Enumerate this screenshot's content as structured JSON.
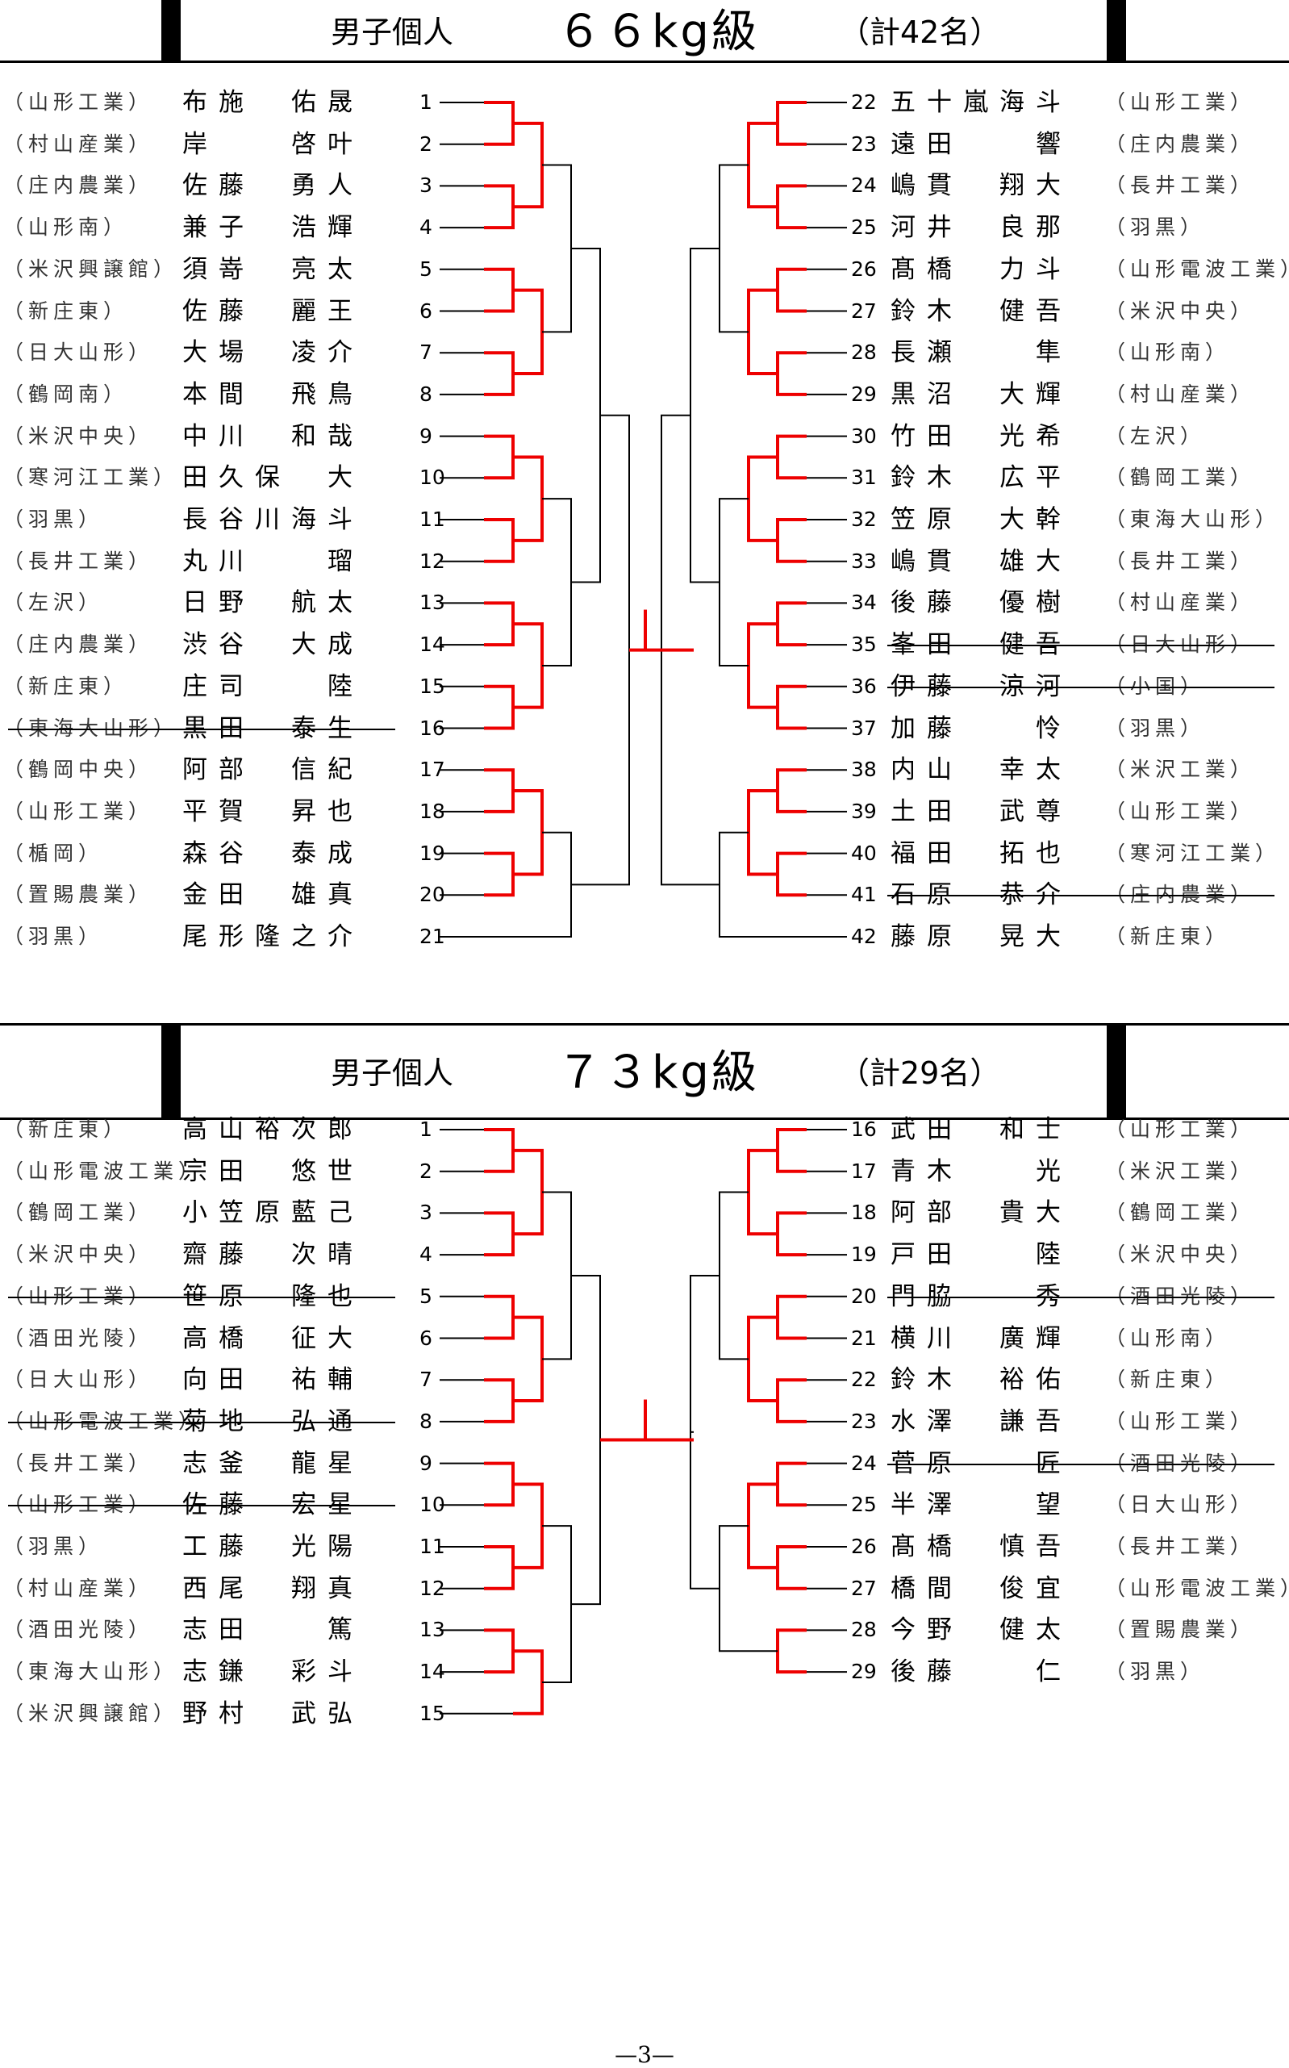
{
  "page_number": "—3—",
  "brackets": [
    {
      "category": "男子個人",
      "weight_class": "６６kg級",
      "count": "（計42名）",
      "left": [
        {
          "num": "1",
          "name": "布施　佑晟",
          "school": "（山形工業）"
        },
        {
          "num": "2",
          "name": "岸　　啓叶",
          "school": "（村山産業）"
        },
        {
          "num": "3",
          "name": "佐藤　勇人",
          "school": "（庄内農業）"
        },
        {
          "num": "4",
          "name": "兼子　浩輝",
          "school": "（山形南）"
        },
        {
          "num": "5",
          "name": "須嵜　亮太",
          "school": "（米沢興譲館）"
        },
        {
          "num": "6",
          "name": "佐藤　麗王",
          "school": "（新庄東）"
        },
        {
          "num": "7",
          "name": "大場　凌介",
          "school": "（日大山形）"
        },
        {
          "num": "8",
          "name": "本間　飛鳥",
          "school": "（鶴岡南）"
        },
        {
          "num": "9",
          "name": "中川　和哉",
          "school": "（米沢中央）"
        },
        {
          "num": "10",
          "name": "田久保　大",
          "school": "（寒河江工業）"
        },
        {
          "num": "11",
          "name": "長谷川海斗",
          "school": "（羽黒）"
        },
        {
          "num": "12",
          "name": "丸川　　瑠",
          "school": "（長井工業）"
        },
        {
          "num": "13",
          "name": "日野　航太",
          "school": "（左沢）"
        },
        {
          "num": "14",
          "name": "渋谷　大成",
          "school": "（庄内農業）"
        },
        {
          "num": "15",
          "name": "庄司　　陸",
          "school": "（新庄東）"
        },
        {
          "num": "16",
          "name": "黒田　泰生",
          "school": "（東海大山形）",
          "withdrawn": true
        },
        {
          "num": "17",
          "name": "阿部　信紀",
          "school": "（鶴岡中央）"
        },
        {
          "num": "18",
          "name": "平賀　昇也",
          "school": "（山形工業）"
        },
        {
          "num": "19",
          "name": "森谷　泰成",
          "school": "（楯岡）"
        },
        {
          "num": "20",
          "name": "金田　雄真",
          "school": "（置賜農業）"
        },
        {
          "num": "21",
          "name": "尾形隆之介",
          "school": "（羽黒）"
        }
      ],
      "right": [
        {
          "num": "22",
          "name": "五十嵐海斗",
          "school": "（山形工業）"
        },
        {
          "num": "23",
          "name": "遠田　　響",
          "school": "（庄内農業）"
        },
        {
          "num": "24",
          "name": "嶋貫　翔大",
          "school": "（長井工業）"
        },
        {
          "num": "25",
          "name": "河井　良那",
          "school": "（羽黒）"
        },
        {
          "num": "26",
          "name": "髙橋　力斗",
          "school": "（山形電波工業）"
        },
        {
          "num": "27",
          "name": "鈴木　健吾",
          "school": "（米沢中央）"
        },
        {
          "num": "28",
          "name": "長瀬　　隼",
          "school": "（山形南）"
        },
        {
          "num": "29",
          "name": "黒沼　大輝",
          "school": "（村山産業）"
        },
        {
          "num": "30",
          "name": "竹田　光希",
          "school": "（左沢）"
        },
        {
          "num": "31",
          "name": "鈴木　広平",
          "school": "（鶴岡工業）"
        },
        {
          "num": "32",
          "name": "笠原　大幹",
          "school": "（東海大山形）"
        },
        {
          "num": "33",
          "name": "嶋貫　雄大",
          "school": "（長井工業）"
        },
        {
          "num": "34",
          "name": "後藤　優樹",
          "school": "（村山産業）"
        },
        {
          "num": "35",
          "name": "峯田　健吾",
          "school": "（日大山形）",
          "withdrawn": true
        },
        {
          "num": "36",
          "name": "伊藤　涼河",
          "school": "（小国）",
          "withdrawn": true
        },
        {
          "num": "37",
          "name": "加藤　　怜",
          "school": "（羽黒）"
        },
        {
          "num": "38",
          "name": "内山　幸太",
          "school": "（米沢工業）"
        },
        {
          "num": "39",
          "name": "土田　武尊",
          "school": "（山形工業）"
        },
        {
          "num": "40",
          "name": "福田　拓也",
          "school": "（寒河江工業）"
        },
        {
          "num": "41",
          "name": "石原　恭介",
          "school": "（庄内農業）",
          "withdrawn": true
        },
        {
          "num": "42",
          "name": "藤原　晃大",
          "school": "（新庄東）"
        }
      ]
    },
    {
      "category": "男子個人",
      "weight_class": "７３kg級",
      "count": "（計29名）",
      "left": [
        {
          "num": "1",
          "name": "高山裕次郎",
          "school": "（新庄東）"
        },
        {
          "num": "2",
          "name": "宗田　悠世",
          "school": "（山形電波工業）"
        },
        {
          "num": "3",
          "name": "小笠原藍己",
          "school": "（鶴岡工業）"
        },
        {
          "num": "4",
          "name": "齋藤　次晴",
          "school": "（米沢中央）"
        },
        {
          "num": "5",
          "name": "笹原　隆也",
          "school": "（山形工業）",
          "withdrawn": true
        },
        {
          "num": "6",
          "name": "高橋　征大",
          "school": "（酒田光陵）"
        },
        {
          "num": "7",
          "name": "向田　祐輔",
          "school": "（日大山形）"
        },
        {
          "num": "8",
          "name": "菊地　弘通",
          "school": "（山形電波工業）",
          "withdrawn": true
        },
        {
          "num": "9",
          "name": "志釜　龍星",
          "school": "（長井工業）"
        },
        {
          "num": "10",
          "name": "佐藤　宏星",
          "school": "（山形工業）",
          "withdrawn": true
        },
        {
          "num": "11",
          "name": "工藤　光陽",
          "school": "（羽黒）"
        },
        {
          "num": "12",
          "name": "西尾　翔真",
          "school": "（村山産業）"
        },
        {
          "num": "13",
          "name": "志田　　篤",
          "school": "（酒田光陵）"
        },
        {
          "num": "14",
          "name": "志鎌　彩斗",
          "school": "（東海大山形）"
        },
        {
          "num": "15",
          "name": "野村　武弘",
          "school": "（米沢興譲館）"
        }
      ],
      "right": [
        {
          "num": "16",
          "name": "武田　和士",
          "school": "（山形工業）"
        },
        {
          "num": "17",
          "name": "青木　　光",
          "school": "（米沢工業）"
        },
        {
          "num": "18",
          "name": "阿部　貴大",
          "school": "（鶴岡工業）"
        },
        {
          "num": "19",
          "name": "戸田　　陸",
          "school": "（米沢中央）"
        },
        {
          "num": "20",
          "name": "門脇　　秀",
          "school": "（酒田光陵）",
          "withdrawn": true
        },
        {
          "num": "21",
          "name": "横川　廣輝",
          "school": "（山形南）"
        },
        {
          "num": "22",
          "name": "鈴木　裕佑",
          "school": "（新庄東）"
        },
        {
          "num": "23",
          "name": "水澤　謙吾",
          "school": "（山形工業）"
        },
        {
          "num": "24",
          "name": "菅原　　匠",
          "school": "（酒田光陵）",
          "withdrawn": true
        },
        {
          "num": "25",
          "name": "半澤　　望",
          "school": "（日大山形）"
        },
        {
          "num": "26",
          "name": "髙橋　慎吾",
          "school": "（長井工業）"
        },
        {
          "num": "27",
          "name": "橋間　俊宜",
          "school": "（山形電波工業）"
        },
        {
          "num": "28",
          "name": "今野　健太",
          "school": "（置賜農業）"
        },
        {
          "num": "29",
          "name": "後藤　　仁",
          "school": "（羽黒）"
        }
      ]
    }
  ]
}
